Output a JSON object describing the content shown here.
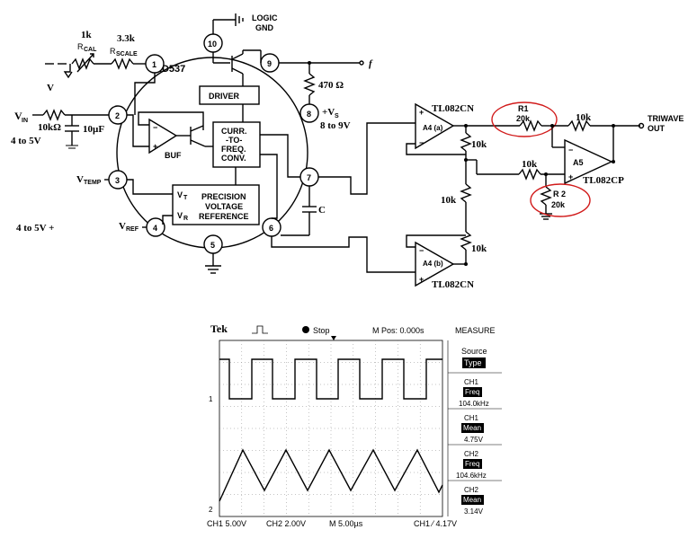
{
  "schematic": {
    "chip": {
      "name": "AD537",
      "pins": [
        "1",
        "2",
        "3",
        "4",
        "5",
        "6",
        "7",
        "8",
        "9",
        "10"
      ],
      "blocks": {
        "driver": "DRIVER",
        "buf": "BUF",
        "conv": [
          "CURR.",
          "-TO-",
          "FREQ.",
          "CONV."
        ],
        "ref": [
          "PRECISION",
          "VOLTAGE",
          "REFERENCE"
        ],
        "vt": "V",
        "vt_sub": "T",
        "vr": "V",
        "vr_sub": "R"
      }
    },
    "labels": {
      "logic_gnd": [
        "LOGIC",
        "GND"
      ],
      "rcal_value": "1k",
      "rcal_name": "R",
      "rcal_sub": "CAL",
      "rscale_value": "3.3k",
      "rscale_name": "R",
      "rscale_sub": "SCALE",
      "v_arrow": "V",
      "vin": "V",
      "vin_sub": "IN",
      "vin_range": "4 to 5V",
      "r_in": "10kΩ",
      "cap_in": "10µF",
      "vtemp": "V",
      "vtemp_sub": "TEMP",
      "vref": "V",
      "vref_sub": "REF",
      "vref_range": "4 to 5V  +",
      "f_out": "f",
      "r_pullup": "470 Ω",
      "vs": "+V",
      "vs_sub": "S",
      "vs_range": "8 to 9V",
      "cap_c": "C",
      "opamp_a4a": "A4 (a)",
      "opamp_a4b": "A4 (b)",
      "opamp_a5": "A5",
      "ic_top": "TL082CN",
      "ic_bottom": "TL082CN",
      "ic_right": "TL082CP",
      "r_ladder_1": "10k",
      "r_ladder_2": "10k",
      "r_ladder_3": "10k",
      "r1_name": "R1",
      "r1_value": "20k",
      "r_fb": "10k",
      "r_a5_in": "10k",
      "r2_name": "R 2",
      "r2_value": "20k",
      "triwave": [
        "TRIWAVE",
        "OUT"
      ]
    }
  },
  "scope": {
    "brand": "Tek",
    "run_state": "Stop",
    "m_pos": "M Pos: 0.000s",
    "measure_title": "MEASURE",
    "measurements": [
      {
        "label": "Source",
        "value": "Type",
        "reading": ""
      },
      {
        "label": "CH1",
        "value": "Freq",
        "reading": "104.0kHz"
      },
      {
        "label": "CH1",
        "value": "Mean",
        "reading": "4.75V"
      },
      {
        "label": "CH2",
        "value": "Freq",
        "reading": "104.6kHz"
      },
      {
        "label": "CH2",
        "value": "Mean",
        "reading": "3.14V"
      }
    ],
    "footer": {
      "ch1_scale": "CH1  5.00V",
      "ch2_scale": "CH2  2.00V",
      "time_base": "M 5.00µs",
      "trigger": "CH1  ⁄  4.17V"
    },
    "marker_ch1": "1",
    "marker_ch2": "2",
    "colors": {
      "trace": "#000000",
      "grid": "#8a8a8a",
      "screen": "#ffffff"
    }
  }
}
